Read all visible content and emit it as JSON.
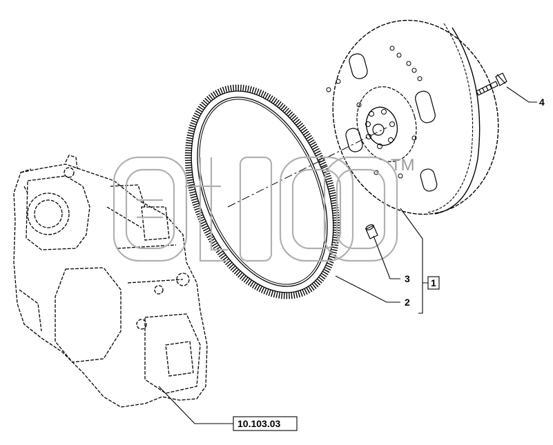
{
  "diagram": {
    "callouts": {
      "part_1": "1",
      "part_2": "2",
      "part_3": "3",
      "part_4": "4"
    },
    "reference": {
      "code": "10.103.03"
    },
    "watermark": {
      "trademark": "TM"
    },
    "colors": {
      "line": "#000000",
      "watermark": "#b0b0b0",
      "background": "#ffffff"
    }
  }
}
